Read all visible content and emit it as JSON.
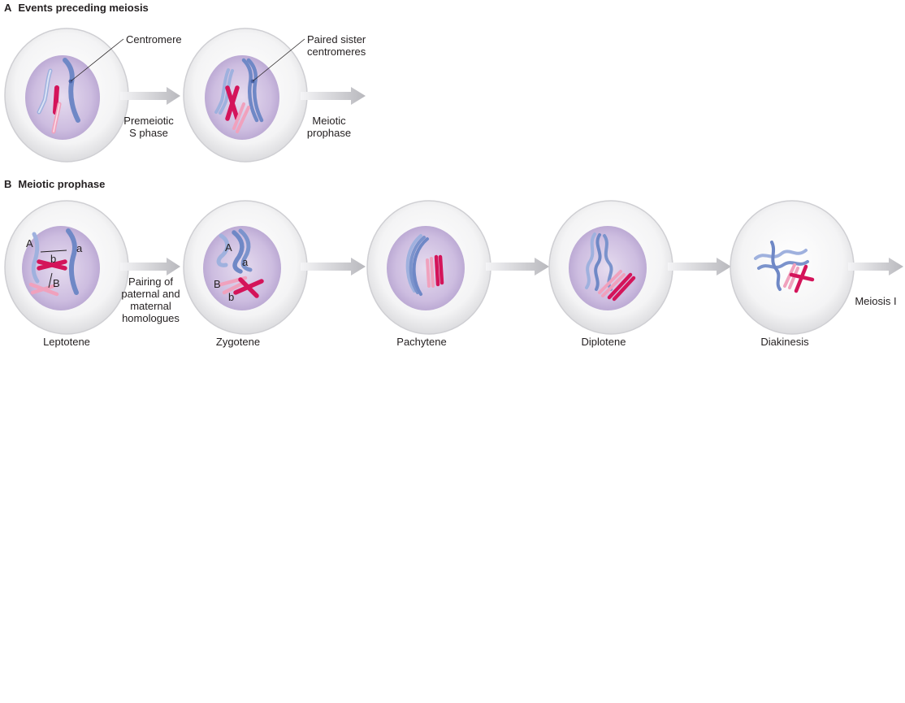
{
  "section_a": {
    "letter": "A",
    "title": "Events preceding meiosis",
    "callouts": {
      "centromere": "Centromere",
      "paired_sister": "Paired sister\ncentromeres"
    },
    "arrow_labels": {
      "premeiotic": "Premeiotic\nS phase",
      "meiotic_prophase": "Meiotic\nprophase"
    }
  },
  "section_b": {
    "letter": "B",
    "title": "Meiotic prophase",
    "arrow_labels": {
      "pairing": "Pairing of\npaternal and\nmaternal\nhomologues",
      "meiosis_i": "Meiosis I"
    },
    "stages": [
      "Leptotene",
      "Zygotene",
      "Pachytene",
      "Diplotene",
      "Diakinesis"
    ],
    "markers": {
      "lep_A": "A",
      "lep_a": "a",
      "lep_b": "b",
      "lep_B": "B",
      "zyg_A": "A",
      "zyg_a": "a",
      "zyg_B": "B",
      "zyg_b": "b"
    }
  },
  "colors": {
    "cell_outer": "#f2f2f3",
    "cell_edge": "#c9c9cc",
    "nucleus": "#c9b8dc",
    "chrom_light_blue": "#b7c6e6",
    "chrom_blue": "#7b93cc",
    "chrom_magenta": "#d4145a",
    "chrom_pink": "#f2a7c0",
    "arrow": "#c4c4c8"
  }
}
